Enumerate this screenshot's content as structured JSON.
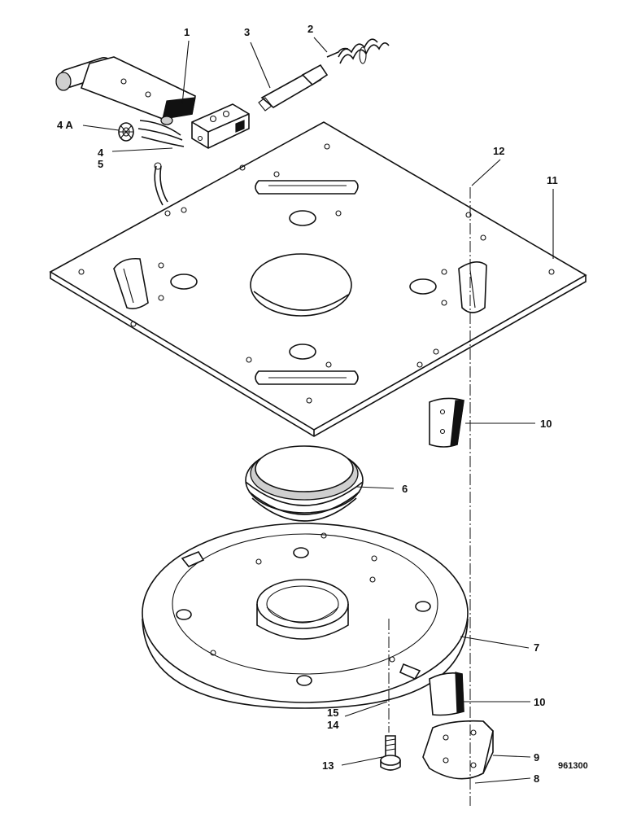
{
  "callouts": {
    "c1": "1",
    "c2": "2",
    "c3": "3",
    "c4a": "4 A",
    "c4": "4",
    "c5": "5",
    "c6": "6",
    "c7": "7",
    "c8": "8",
    "c9": "9",
    "c10a": "10",
    "c10b": "10",
    "c11": "11",
    "c12": "12",
    "c13": "13",
    "c14": "14",
    "c15": "15"
  },
  "reference_number": "961300"
}
